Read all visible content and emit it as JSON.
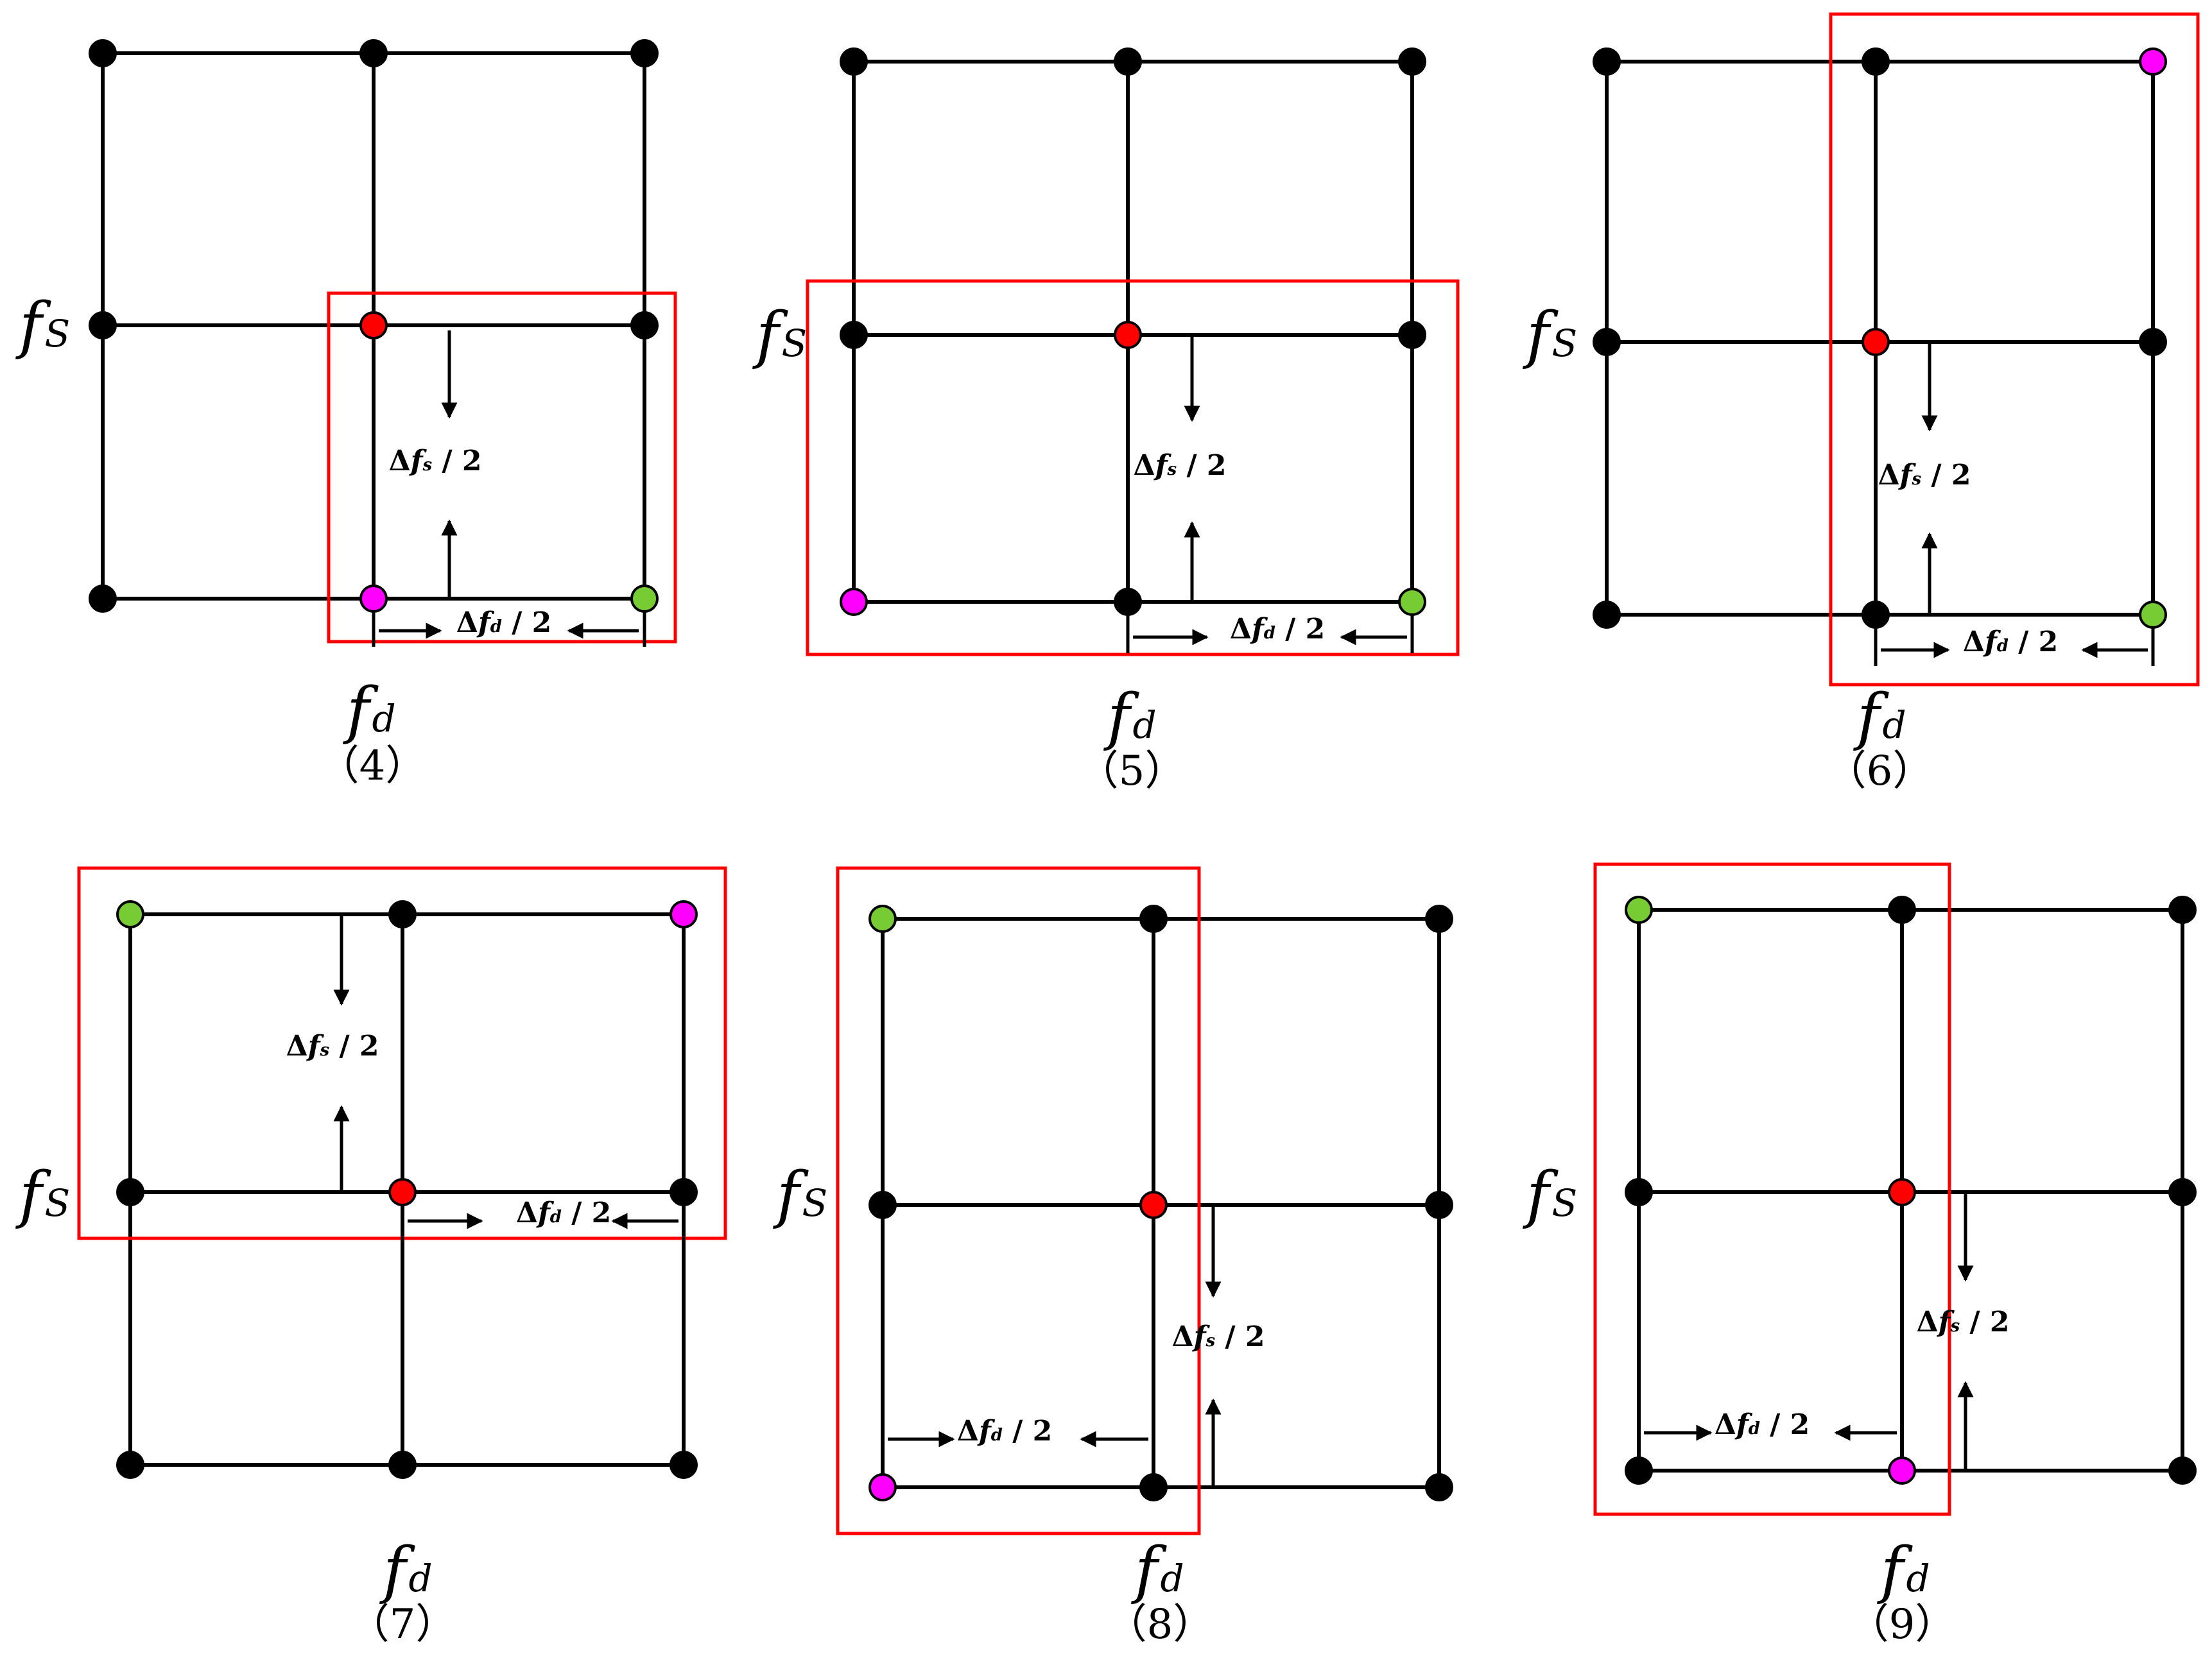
{
  "axis_labels": {
    "fs_main": "f",
    "fs_sub": "S",
    "fd_main": "f",
    "fd_sub": "d"
  },
  "delta_labels": {
    "dfs": "Δfₛ / 2",
    "dfd": "Δf_d / 2"
  },
  "colors": {
    "line": "#000000",
    "node": "#000000",
    "center": "#ff0000",
    "corner_green": "#77cc33",
    "corner_magenta": "#ff00ff",
    "highlight": "#ff0000"
  },
  "panels": [
    {
      "caption": "（4）"
    },
    {
      "caption": "（5）"
    },
    {
      "caption": "（6）"
    },
    {
      "caption": "（7）"
    },
    {
      "caption": "（8）"
    },
    {
      "caption": "（9）"
    }
  ]
}
